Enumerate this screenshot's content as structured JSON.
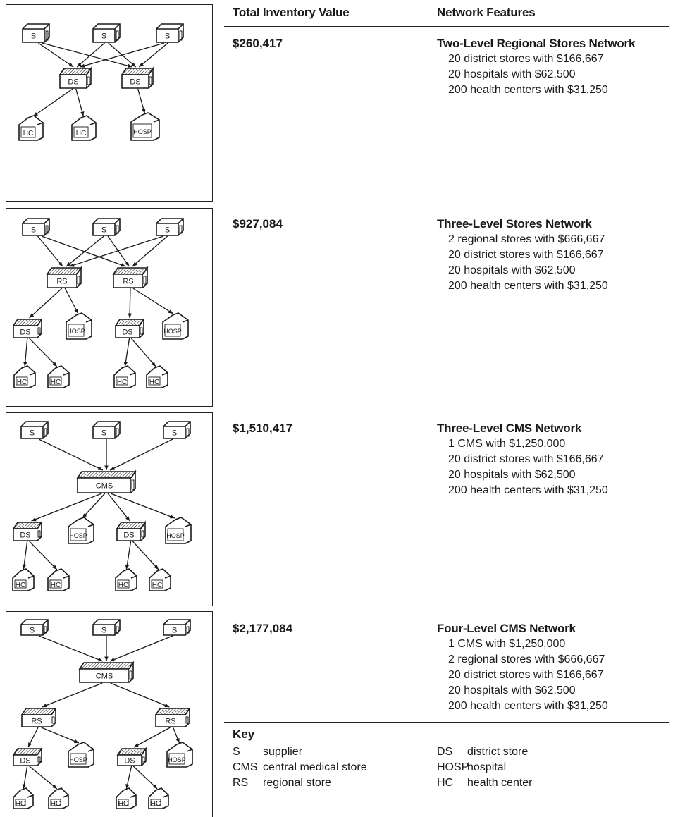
{
  "headers": {
    "total_inventory_value": "Total Inventory Value",
    "network_features": "Network Features"
  },
  "networks": [
    {
      "value": "$260,417",
      "title": "Two-Level Regional Stores Network",
      "features": [
        "20 district stores with $166,667",
        "20 hospitals with $62,500",
        "200 health centers with $31,250"
      ]
    },
    {
      "value": "$927,084",
      "title": "Three-Level Stores Network",
      "features": [
        "2 regional stores with $666,667",
        "20 district stores with $166,667",
        "20 hospitals with $62,500",
        "200 health centers with $31,250"
      ]
    },
    {
      "value": "$1,510,417",
      "title": "Three-Level CMS Network",
      "features": [
        "1 CMS with $1,250,000",
        "20 district stores with $166,667",
        "20 hospitals with $62,500",
        "200 health centers with $31,250"
      ]
    },
    {
      "value": "$2,177,084",
      "title": "Four-Level CMS Network",
      "features": [
        "1 CMS with $1,250,000",
        "2 regional stores with $666,667",
        "20 district stores with $166,667",
        "20 hospitals with $62,500",
        "200 health centers with $31,250"
      ]
    }
  ],
  "key": {
    "title": "Key",
    "left": [
      {
        "abbr": "S",
        "meaning": "supplier"
      },
      {
        "abbr": "CMS",
        "meaning": "central medical store"
      },
      {
        "abbr": "RS",
        "meaning": "regional store"
      }
    ],
    "right": [
      {
        "abbr": "DS",
        "meaning": "district store"
      },
      {
        "abbr": "HOSP",
        "meaning": "hospital"
      },
      {
        "abbr": "HC",
        "meaning": "health center"
      }
    ]
  },
  "diagram_labels": {
    "supplier": "S",
    "cms": "CMS",
    "regional": "RS",
    "district": "DS",
    "hospital": "HOSP",
    "health_center": "HC"
  },
  "colors": {
    "ink": "#1a1a1a",
    "rule": "#222222"
  }
}
